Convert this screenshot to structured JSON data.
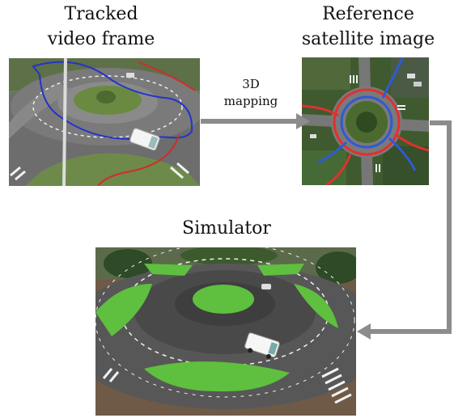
{
  "labels": {
    "tracked_line1": "Tracked",
    "tracked_line2": "video frame",
    "reference_line1": "Reference",
    "reference_line2": "satellite image",
    "mapping_line1": "3D",
    "mapping_line2": "mapping",
    "simulator": "Simulator"
  },
  "images": [
    {
      "name": "tracked-video-frame",
      "content": "aerial camera view of a roundabout with a white van; blue and red trajectory overlays"
    },
    {
      "name": "reference-satellite-image",
      "content": "top-down satellite view of the roundabout with blue and red mapped trajectories"
    },
    {
      "name": "simulator-render",
      "content": "3D rendered roundabout with green islands and a white van"
    }
  ],
  "colors": {
    "arrow": "#8c8c8c",
    "trajectory_blue": "#2233cc",
    "trajectory_red": "#d42a2a",
    "grass": "#5fbf3f",
    "asphalt": "#5a5a5a"
  }
}
